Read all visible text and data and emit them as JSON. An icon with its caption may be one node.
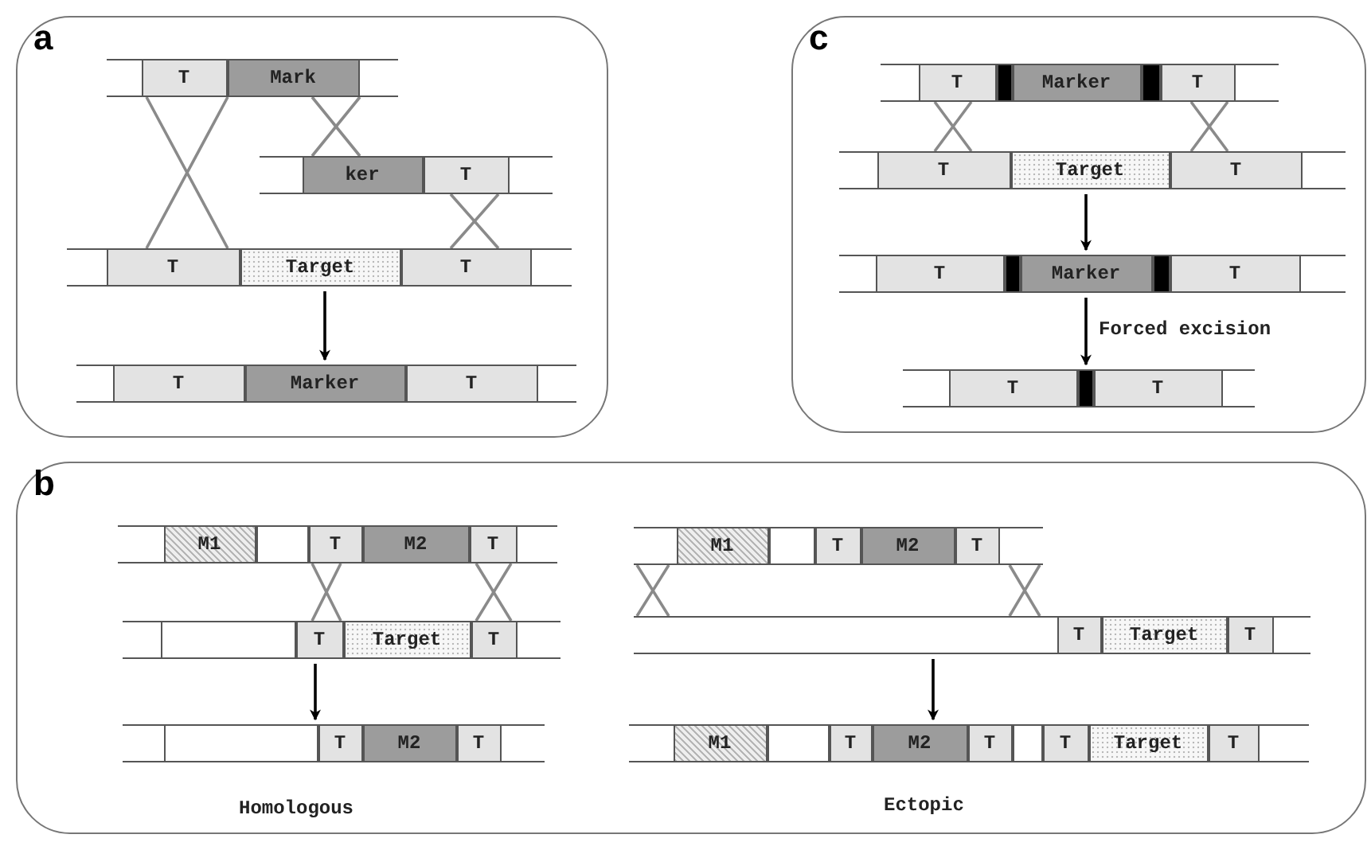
{
  "diagram": {
    "nodes": [
      {
        "text": [
          "a"
        ]
      },
      {
        "text": [],
        "shape": "bar",
        "in": 0
      },
      {
        "text": [
          "T"
        ],
        "in": 1
      },
      {
        "text": [
          "Mark"
        ],
        "in": 1
      },
      {
        "text": [],
        "shape": "bar",
        "in": 0
      },
      {
        "text": [
          "ker"
        ],
        "in": 4
      },
      {
        "text": [
          "T"
        ],
        "in": 4
      },
      {
        "text": [],
        "shape": "bar",
        "in": 0
      },
      {
        "text": [
          "T"
        ],
        "in": 7
      },
      {
        "text": [
          "Target"
        ],
        "in": 7
      },
      {
        "text": [
          "T"
        ],
        "in": 7
      },
      {
        "text": [],
        "shape": "bar",
        "in": 0
      },
      {
        "text": [
          "T"
        ],
        "in": 11
      },
      {
        "text": [
          "Marker"
        ],
        "in": 11
      },
      {
        "text": [
          "T"
        ],
        "in": 11
      },
      {
        "text": [
          "c"
        ]
      },
      {
        "text": [],
        "shape": "bar",
        "in": 15
      },
      {
        "text": [
          "T"
        ],
        "in": 16
      },
      {
        "text": [],
        "shape": "bar",
        "in": 16
      },
      {
        "text": [
          "Marker"
        ],
        "in": 16
      },
      {
        "text": [],
        "shape": "bar",
        "in": 16
      },
      {
        "text": [
          "T"
        ],
        "in": 16
      },
      {
        "text": [],
        "shape": "bar",
        "in": 15
      },
      {
        "text": [
          "T"
        ],
        "in": 22
      },
      {
        "text": [
          "Target"
        ],
        "in": 22
      },
      {
        "text": [
          "T"
        ],
        "in": 22
      },
      {
        "text": [],
        "shape": "bar",
        "in": 15
      },
      {
        "text": [
          "T"
        ],
        "in": 26
      },
      {
        "text": [],
        "shape": "bar",
        "in": 26
      },
      {
        "text": [
          "Marker"
        ],
        "in": 26
      },
      {
        "text": [],
        "shape": "bar",
        "in": 26
      },
      {
        "text": [
          "T"
        ],
        "in": 26
      },
      {
        "text": [],
        "shape": "bar",
        "in": 15
      },
      {
        "text": [
          "T"
        ],
        "in": 32
      },
      {
        "text": [],
        "shape": "bar",
        "in": 32
      },
      {
        "text": [
          "T"
        ],
        "in": 32
      },
      {
        "text": [
          "b"
        ]
      },
      {
        "text": [],
        "shape": "bar",
        "in": 36
      },
      {
        "text": [
          "M1"
        ],
        "in": 37
      },
      {
        "text": [],
        "shape": "box",
        "in": 37
      },
      {
        "text": [
          "T"
        ],
        "in": 37
      },
      {
        "text": [
          "M2"
        ],
        "in": 37
      },
      {
        "text": [
          "T"
        ],
        "in": 37
      },
      {
        "text": [],
        "shape": "bar",
        "in": 36
      },
      {
        "text": [],
        "shape": "box",
        "in": 43
      },
      {
        "text": [
          "T"
        ],
        "in": 43
      },
      {
        "text": [
          "Target"
        ],
        "in": 43
      },
      {
        "text": [
          "T"
        ],
        "in": 43
      },
      {
        "text": [],
        "shape": "bar",
        "in": 36
      },
      {
        "text": [],
        "shape": "box",
        "in": 48
      },
      {
        "text": [
          "T"
        ],
        "in": 48
      },
      {
        "text": [
          "M2"
        ],
        "in": 48
      },
      {
        "text": [
          "T"
        ],
        "in": 48
      },
      {
        "text": [],
        "shape": "bar",
        "in": 36
      },
      {
        "text": [
          "M1"
        ],
        "in": 53
      },
      {
        "text": [],
        "shape": "box",
        "in": 53
      },
      {
        "text": [
          "T"
        ],
        "in": 53
      },
      {
        "text": [
          "M2"
        ],
        "in": 53
      },
      {
        "text": [
          "T"
        ],
        "in": 53
      },
      {
        "text": [],
        "shape": "bar",
        "in": 36
      },
      {
        "text": [
          "T"
        ],
        "in": 59
      },
      {
        "text": [
          "Target"
        ],
        "in": 59
      },
      {
        "text": [
          "T"
        ],
        "in": 59
      },
      {
        "text": [],
        "shape": "bar",
        "in": 36
      },
      {
        "text": [
          "M1"
        ],
        "in": 63
      },
      {
        "text": [],
        "shape": "box",
        "in": 63
      },
      {
        "text": [
          "T"
        ],
        "in": 63
      },
      {
        "text": [
          "M2"
        ],
        "in": 63
      },
      {
        "text": [
          "T"
        ],
        "in": 63
      },
      {
        "text": [],
        "shape": "box",
        "in": 63
      },
      {
        "text": [
          "T"
        ],
        "in": 63
      },
      {
        "text": [
          "Target"
        ],
        "in": 63
      },
      {
        "text": [
          "T"
        ],
        "in": 63
      }
    ],
    "edges": [
      {
        "from": 7,
        "to": 11,
        "arrow": "to",
        "color": "#000000"
      },
      {
        "from": 22,
        "to": 26,
        "arrow": "to",
        "color": "#000000"
      },
      {
        "from": 26,
        "to": 32,
        "arrow": "to",
        "label": "Forced excision",
        "color": "#000000"
      },
      {
        "from": 43,
        "to": 48,
        "arrow": "to",
        "color": "#000000"
      },
      {
        "from": 59,
        "to": 63,
        "arrow": "to",
        "color": "#000000"
      },
      {
        "from": 2,
        "to": 8,
        "arrow": "none"
      },
      {
        "from": 2,
        "to": 8,
        "arrow": "none"
      },
      {
        "from": 3,
        "to": 4,
        "arrow": "none"
      },
      {
        "from": 3,
        "to": 4,
        "arrow": "none"
      },
      {
        "from": 6,
        "to": 10,
        "arrow": "none"
      },
      {
        "from": 6,
        "to": 10,
        "arrow": "none"
      },
      {
        "from": 17,
        "to": 23,
        "arrow": "none"
      },
      {
        "from": 17,
        "to": 23,
        "arrow": "none"
      },
      {
        "from": 21,
        "to": 25,
        "arrow": "none"
      },
      {
        "from": 21,
        "to": 25,
        "arrow": "none"
      },
      {
        "from": 40,
        "to": 45,
        "arrow": "none"
      },
      {
        "from": 40,
        "to": 45,
        "arrow": "none"
      },
      {
        "from": 42,
        "to": 47,
        "arrow": "none"
      },
      {
        "from": 42,
        "to": 47,
        "arrow": "none"
      },
      {
        "from": 53,
        "to": 59,
        "arrow": "none"
      },
      {
        "from": 53,
        "to": 59,
        "arrow": "none"
      },
      {
        "from": 53,
        "to": 59,
        "arrow": "none"
      },
      {
        "from": 53,
        "to": 59,
        "arrow": "none"
      }
    ],
    "labels": [
      "Homologous",
      "Ectopic"
    ]
  }
}
